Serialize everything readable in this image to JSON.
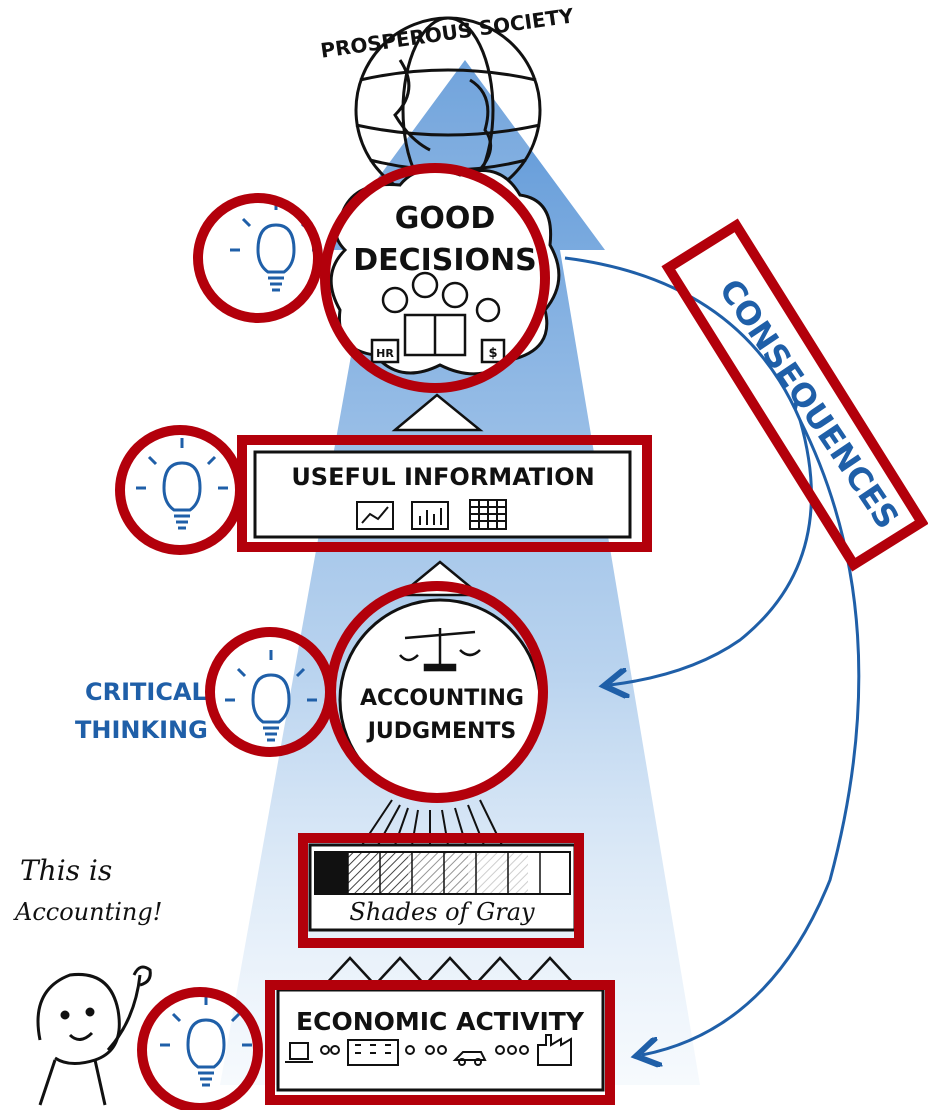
{
  "diagram": {
    "top_label": "PROSPEROUS SOCIETY",
    "good_decisions_line1": "GOOD",
    "good_decisions_line2": "DECISIONS",
    "useful_information": "USEFUL INFORMATION",
    "accounting_judgments_line1": "ACCOUNTING",
    "accounting_judgments_line2": "JUDGMENTS",
    "shades_of_gray": "Shades of Gray",
    "economic_activity": "ECONOMIC ACTIVITY",
    "critical_thinking_line1": "CRITICAL",
    "critical_thinking_line2": "THINKING",
    "consequences": "CONSEQUENCES",
    "speech_line1": "This is",
    "speech_line2": "Accounting!",
    "sign_hr": "HR",
    "sign_dollar": "$"
  },
  "colors": {
    "highlight_red": "#b3000b",
    "arrow_blue": "#5b97d6",
    "ink_blue": "#1f5fa8",
    "ink_black": "#111111"
  }
}
